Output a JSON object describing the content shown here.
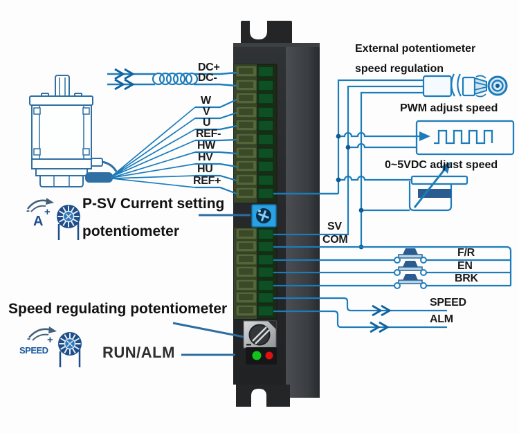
{
  "power_input": {
    "positive": "DC+",
    "negative": "DC-"
  },
  "motor_wires": [
    "W",
    "V",
    "U",
    "REF-",
    "HW",
    "HV",
    "HU",
    "REF+"
  ],
  "control_terminals": {
    "sv": "SV",
    "com": "COM"
  },
  "switch_inputs": [
    "F/R",
    "EN",
    "BRK"
  ],
  "outputs": {
    "speed": "SPEED",
    "alarm": "ALM"
  },
  "indicator_label": "RUN/ALM",
  "current_pot": {
    "caption_line1": "P-SV Current setting",
    "caption_line2": "potentiometer",
    "dial_letter": "A",
    "minus": "-",
    "plus": "+"
  },
  "speed_pot": {
    "caption": "Speed regulating potentiometer",
    "dial_text": "SPEED",
    "minus": "-",
    "plus": "+"
  },
  "speed_modes": {
    "external_pot_line1": "External potentiometer",
    "external_pot_line2": "speed regulation",
    "pwm": "PWM adjust speed",
    "analog": "0~5VDC adjust speed"
  },
  "colors": {
    "wire_blue": "#1c7cba",
    "wire_dark_blue": "#0e5a94",
    "driver_front": "#26282b",
    "driver_side": "#3f4347",
    "terminal_olive": "#55663a",
    "terminal_green": "#0e4f23",
    "led_green": "#12c41a",
    "led_red": "#e01010",
    "pot_blue": "#29a3e2",
    "icon_navy": "#1d4e89"
  }
}
